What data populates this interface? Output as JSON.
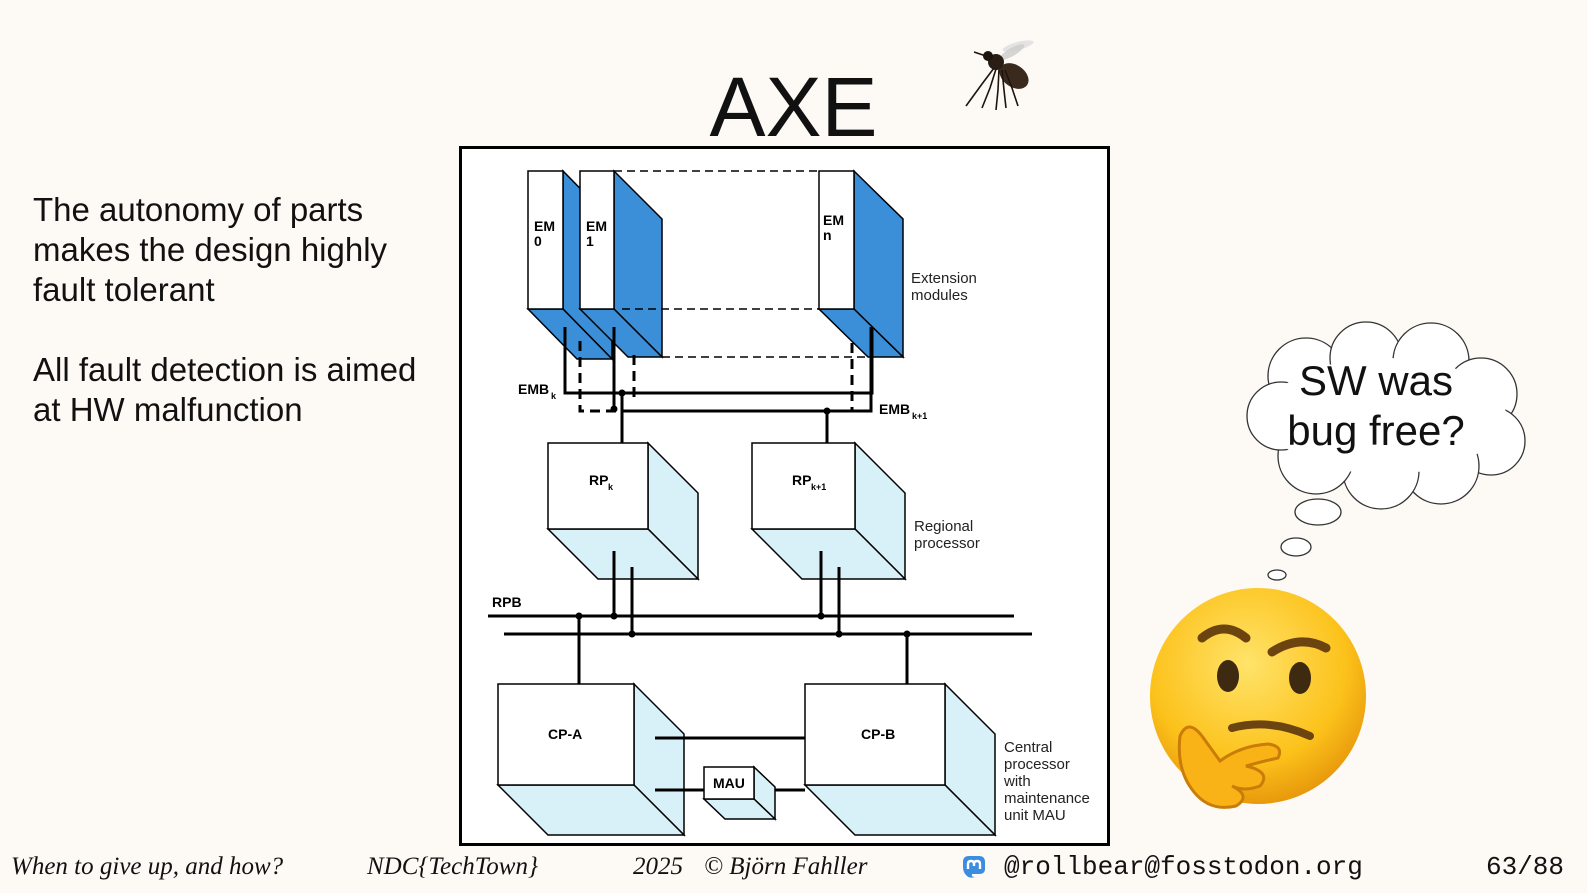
{
  "slide": {
    "title": "AXE",
    "bullets": [
      "The autonomy of parts makes the design highly fault tolerant",
      "All fault detection is aimed at HW malfunction"
    ],
    "thought": "SW was bug free?"
  },
  "diagram": {
    "em0": [
      "EM",
      "0"
    ],
    "em1": [
      "EM",
      "1"
    ],
    "emn": [
      "EM",
      "n"
    ],
    "ext_label": [
      "Extension",
      "modules"
    ],
    "emb_k": [
      "EMB",
      "k"
    ],
    "emb_k1": [
      "EMB",
      "k+1"
    ],
    "rp_k": [
      "RP",
      "k"
    ],
    "rp_k1": [
      "RP",
      "k+1"
    ],
    "rp_label": [
      "Regional",
      "processor"
    ],
    "rpb": "RPB",
    "cpa": "CP-A",
    "cpb": "CP-B",
    "mau": "MAU",
    "cp_label": [
      "Central",
      "processor",
      "with",
      "maintenance",
      "unit MAU"
    ]
  },
  "footer": {
    "talk_title": "When to give up, and how?",
    "conference": "NDC{TechTown}",
    "year": "2025",
    "copyright": "© Björn Fahller",
    "handle": "@rollbear@fosstodon.org",
    "page": "63/88"
  },
  "icons": {
    "bug": "mosquito-icon",
    "emoji": "thinking-face-icon",
    "mastodon": "mastodon-icon"
  },
  "colors": {
    "em_blue": "#3b8fd9",
    "box_light": "#d8f0f8",
    "background": "#fdf9f4"
  }
}
